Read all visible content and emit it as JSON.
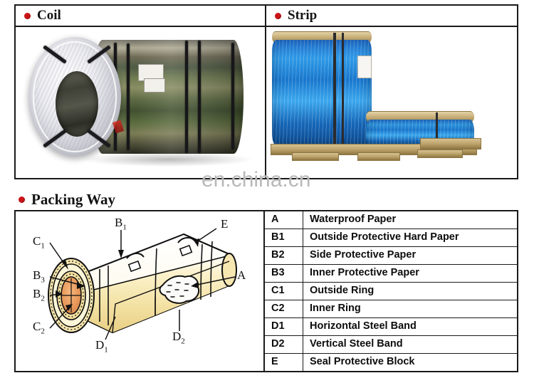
{
  "watermark": "en.china.cn",
  "sections": {
    "coil": {
      "title": "Coil",
      "bullet_color": "#cc1417"
    },
    "strip": {
      "title": "Strip",
      "bullet_color": "#cc1417"
    },
    "packing": {
      "title": "Packing Way",
      "bullet_color": "#cc1417"
    }
  },
  "diagram": {
    "labels": [
      {
        "id": "B1",
        "base": "B",
        "sub": "1"
      },
      {
        "id": "E",
        "base": "E",
        "sub": ""
      },
      {
        "id": "C1",
        "base": "C",
        "sub": "1"
      },
      {
        "id": "B3",
        "base": "B",
        "sub": "3"
      },
      {
        "id": "B2",
        "base": "B",
        "sub": "2"
      },
      {
        "id": "C2",
        "base": "C",
        "sub": "2"
      },
      {
        "id": "A",
        "base": "A",
        "sub": ""
      },
      {
        "id": "D1",
        "base": "D",
        "sub": "1"
      },
      {
        "id": "D2",
        "base": "D",
        "sub": "2"
      }
    ]
  },
  "legend_table": {
    "rows": [
      {
        "code": "A",
        "desc": "Waterproof Paper"
      },
      {
        "code": "B1",
        "desc": "Outside Protective Hard Paper"
      },
      {
        "code": "B2",
        "desc": "Side Protective Paper"
      },
      {
        "code": "B3",
        "desc": "Inner Protective Paper"
      },
      {
        "code": "C1",
        "desc": "Outside Ring"
      },
      {
        "code": "C2",
        "desc": "Inner Ring"
      },
      {
        "code": "D1",
        "desc": "Horizontal Steel Band"
      },
      {
        "code": "D2",
        "desc": "Vertical Steel Band"
      },
      {
        "code": "E",
        "desc": "Seal Protective Block"
      }
    ]
  }
}
